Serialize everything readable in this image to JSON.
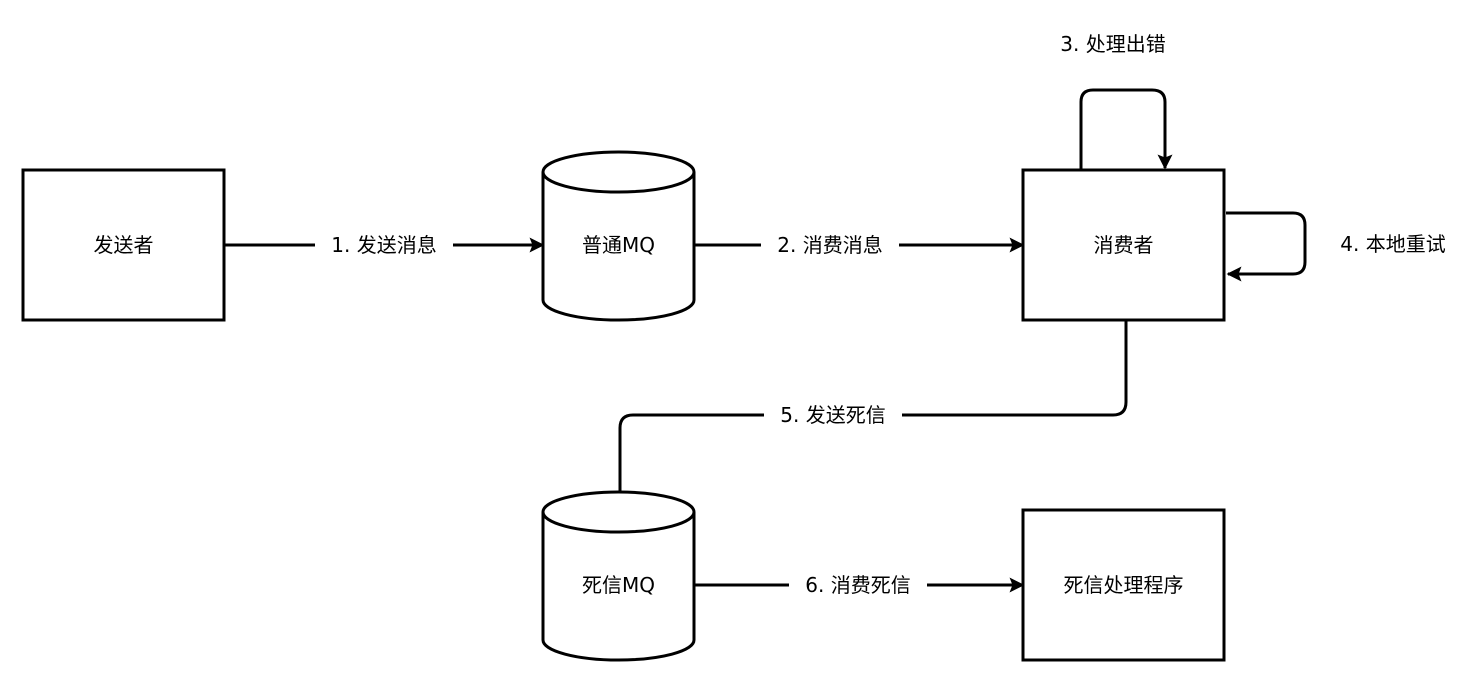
{
  "diagram": {
    "nodes": {
      "sender": {
        "label": "发送者",
        "shape": "rectangle"
      },
      "normal_mq": {
        "label": "普通MQ",
        "shape": "cylinder"
      },
      "consumer": {
        "label": "消费者",
        "shape": "rectangle"
      },
      "dead_letter_mq": {
        "label": "死信MQ",
        "shape": "cylinder"
      },
      "dead_letter_handler": {
        "label": "死信处理程序",
        "shape": "rectangle"
      }
    },
    "edges": {
      "send_message": {
        "label": "1. 发送消息",
        "from": "sender",
        "to": "normal_mq"
      },
      "consume_message": {
        "label": "2. 消费消息",
        "from": "normal_mq",
        "to": "consumer"
      },
      "processing_error": {
        "label": "3. 处理出错",
        "from": "consumer",
        "to": "consumer"
      },
      "local_retry": {
        "label": "4. 本地重试",
        "from": "consumer",
        "to": "consumer"
      },
      "send_dead_letter": {
        "label": "5. 发送死信",
        "from": "consumer",
        "to": "dead_letter_mq"
      },
      "consume_dead_letter": {
        "label": "6. 消费死信",
        "from": "dead_letter_mq",
        "to": "dead_letter_handler"
      }
    }
  }
}
